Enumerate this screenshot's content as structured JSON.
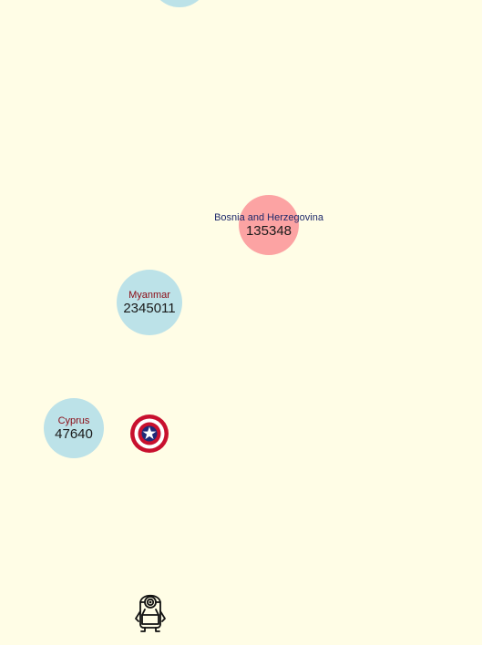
{
  "bubbles": [
    {
      "id": "top-partial",
      "name": "",
      "value": "",
      "color": "#BCE2E8",
      "name_color": "#8B0A14"
    },
    {
      "id": "bosnia",
      "name": "Bosnia and Herzegovina",
      "value": "135348",
      "color": "#FCA3A3",
      "name_color": "#1F2A6B"
    },
    {
      "id": "myanmar",
      "name": "Myanmar",
      "value": "2345011",
      "color": "#BCE2E8",
      "name_color": "#8B0A14"
    },
    {
      "id": "cyprus",
      "name": "Cyprus",
      "value": "47640",
      "color": "#BCE2E8",
      "name_color": "#8B0A14"
    }
  ],
  "items": {
    "shield": {
      "icon": "captain-america-shield-icon",
      "colors": {
        "red": "#C8102E",
        "white": "#FFFFFF",
        "blue": "#1E2A78"
      }
    },
    "player": {
      "icon": "minion-icon"
    }
  },
  "colors": {
    "background": "#FFFDE6"
  }
}
